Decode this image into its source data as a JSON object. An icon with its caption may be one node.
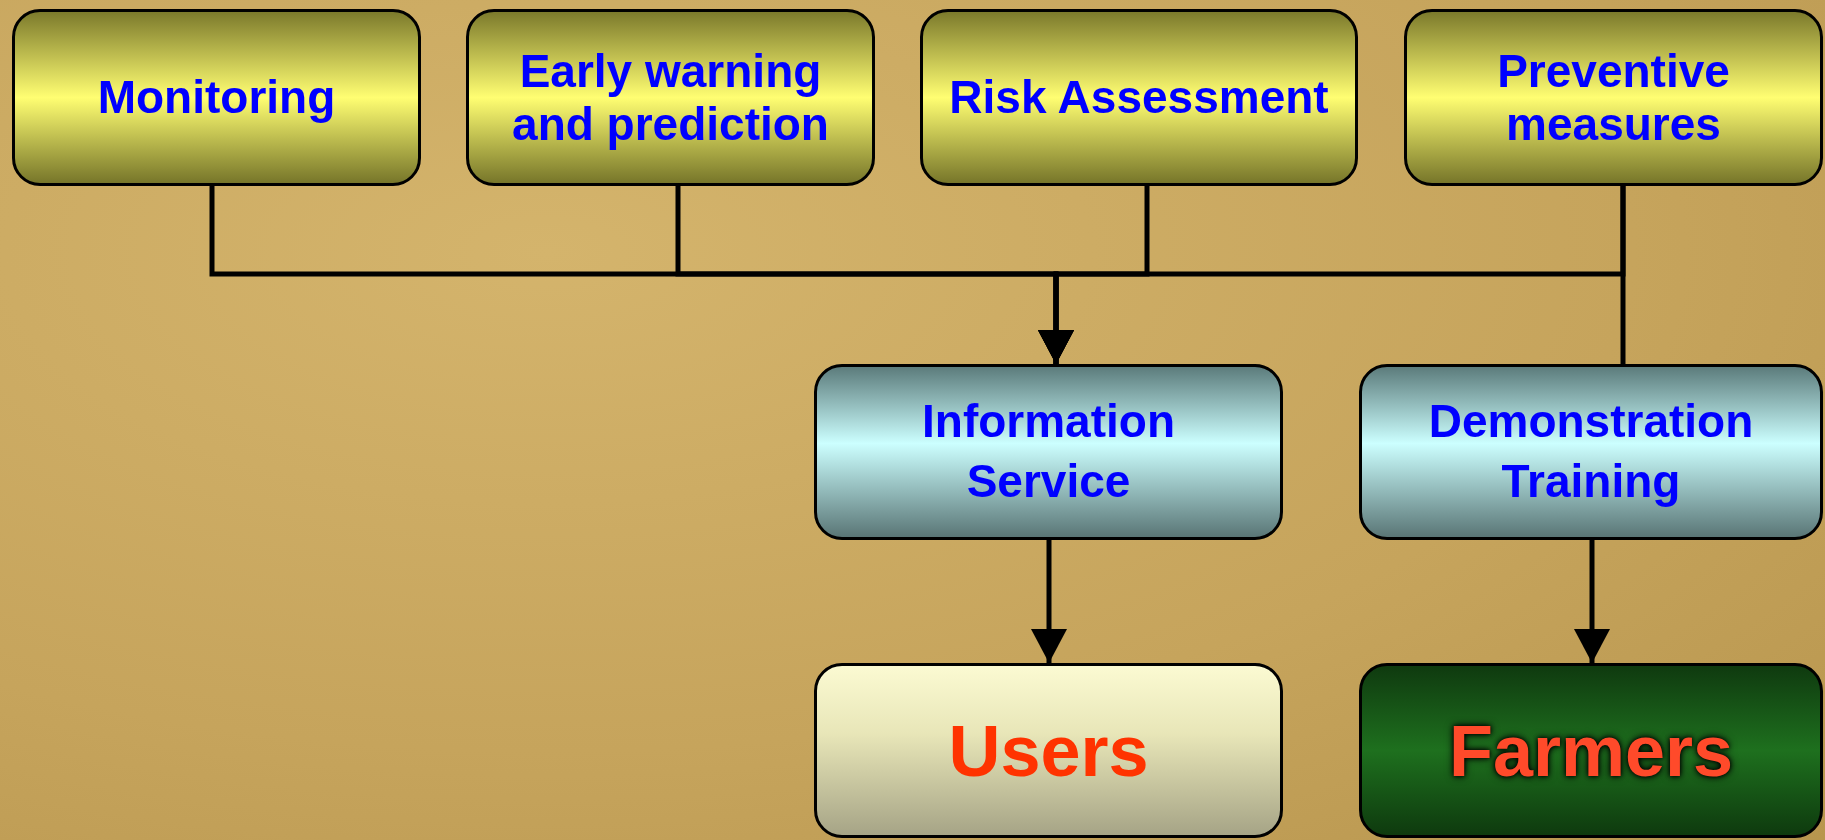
{
  "diagram": {
    "nodes": [
      {
        "text": [
          "Monitoring"
        ]
      },
      {
        "text": [
          "Early warning and prediction"
        ]
      },
      {
        "text": [
          "Risk Assessment"
        ]
      },
      {
        "text": [
          "Preventive measures"
        ]
      },
      {
        "text": [
          "Information Service"
        ]
      },
      {
        "text": [
          "Demonstration Training"
        ]
      },
      {
        "text": [
          "Users"
        ]
      },
      {
        "text": [
          "Farmers"
        ]
      }
    ],
    "edges": [
      {
        "from": 0,
        "to": 4,
        "arrow": "to"
      },
      {
        "from": 1,
        "to": 4,
        "arrow": "to"
      },
      {
        "from": 2,
        "to": 4,
        "arrow": "to"
      },
      {
        "from": 3,
        "to": 4,
        "arrow": "to"
      },
      {
        "from": 3,
        "to": 5,
        "arrow": "none"
      },
      {
        "from": 4,
        "to": 6,
        "arrow": "to"
      },
      {
        "from": 5,
        "to": 7,
        "arrow": "to"
      }
    ]
  }
}
